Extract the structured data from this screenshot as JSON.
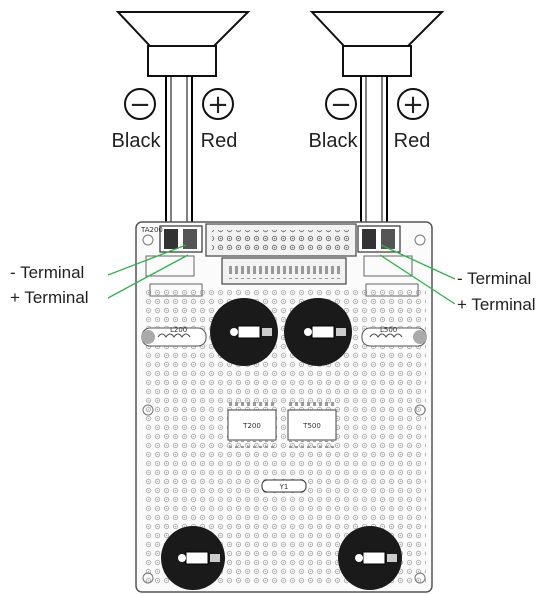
{
  "speakers": [
    {
      "id": "left",
      "negative_symbol": "−",
      "positive_symbol": "+",
      "negative_label": "Black",
      "positive_label": "Red"
    },
    {
      "id": "right",
      "negative_symbol": "−",
      "positive_symbol": "+",
      "negative_label": "Black",
      "positive_label": "Red"
    }
  ],
  "callouts": {
    "left_negative": "- Terminal",
    "left_positive": "+ Terminal",
    "right_negative": "- Terminal",
    "right_positive": "+ Terminal"
  },
  "board": {
    "inductor_left": "L200",
    "inductor_right": "L500",
    "chip_left": "T200",
    "chip_right": "T500",
    "crystal": "Y1",
    "connector_label": "TA200"
  },
  "colors": {
    "callout_line": "#2db34a",
    "pcb_outline": "#555555",
    "capacitor": "#1a1a1a",
    "wire": "#000000"
  }
}
